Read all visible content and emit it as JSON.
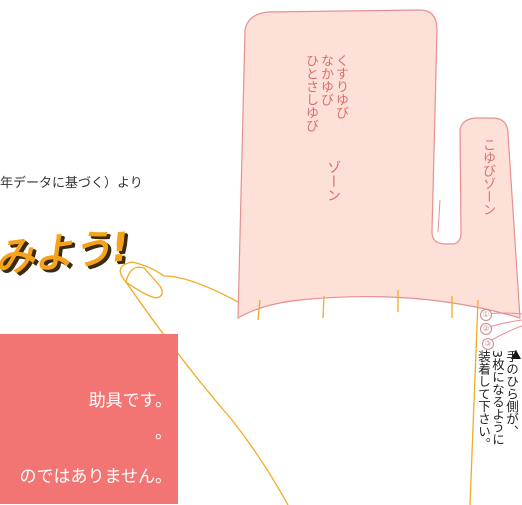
{
  "source_note": "年データに基づく）より",
  "headline": "みよう!",
  "notice": {
    "line1": "助具です。",
    "line2": "。",
    "line3": "のではありません。"
  },
  "glove": {
    "zone_fingers": "くすりゆび\nなかゆび\nひとさしゆび",
    "zone_word": "ゾーン",
    "zone_pinky": "こゆびゾーン"
  },
  "markers": [
    "①",
    "②",
    "③"
  ],
  "instruction": "手のひら側が、\n3枚になるように\n装着して下さい。",
  "colors": {
    "glove_fill": "#fde0d8",
    "glove_stroke": "#e79090",
    "hand_line": "#f2ab26",
    "notice_bg": "#f27573",
    "headline": "#f6a31b"
  }
}
